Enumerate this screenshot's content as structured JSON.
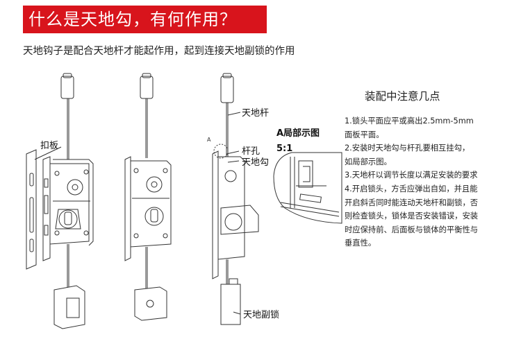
{
  "header": {
    "title": "什么是天地勾，有何作用？",
    "subtitle": "天地钩子是配合天地杆才能起作用，起到连接天地副锁的作用"
  },
  "labels": {
    "kouban": "扣板",
    "tiandigan": "天地杆",
    "ganokong": "杆孔",
    "tiandigou": "天地勾",
    "tiandi_fusuo": "天地副锁",
    "detail_title": "A局部示图",
    "detail_scale": "5:1",
    "detail_marker": "A"
  },
  "notes": {
    "heading": "装配中注意几点",
    "lines": [
      "1.锁头平面应平或高出2.5mm-5mm",
      "面板平面。",
      "2.安装时天地勾与杆孔要相互挂勾，",
      "如局部示图。",
      "3.天地杆以调节长度以满足安装的要求",
      "4.开启锁头，方舌应弹出自如，并且能",
      "开启斜舌同时能连动天地杆和副锁，否",
      "则检查锁头，锁体是否安装错误，安装",
      "时应保持前、后面板与锁体的平衡性与",
      "垂直性。"
    ]
  },
  "colors": {
    "title_bg": "#d8141c",
    "title_fg": "#ffffff",
    "line_color": "#333333"
  }
}
